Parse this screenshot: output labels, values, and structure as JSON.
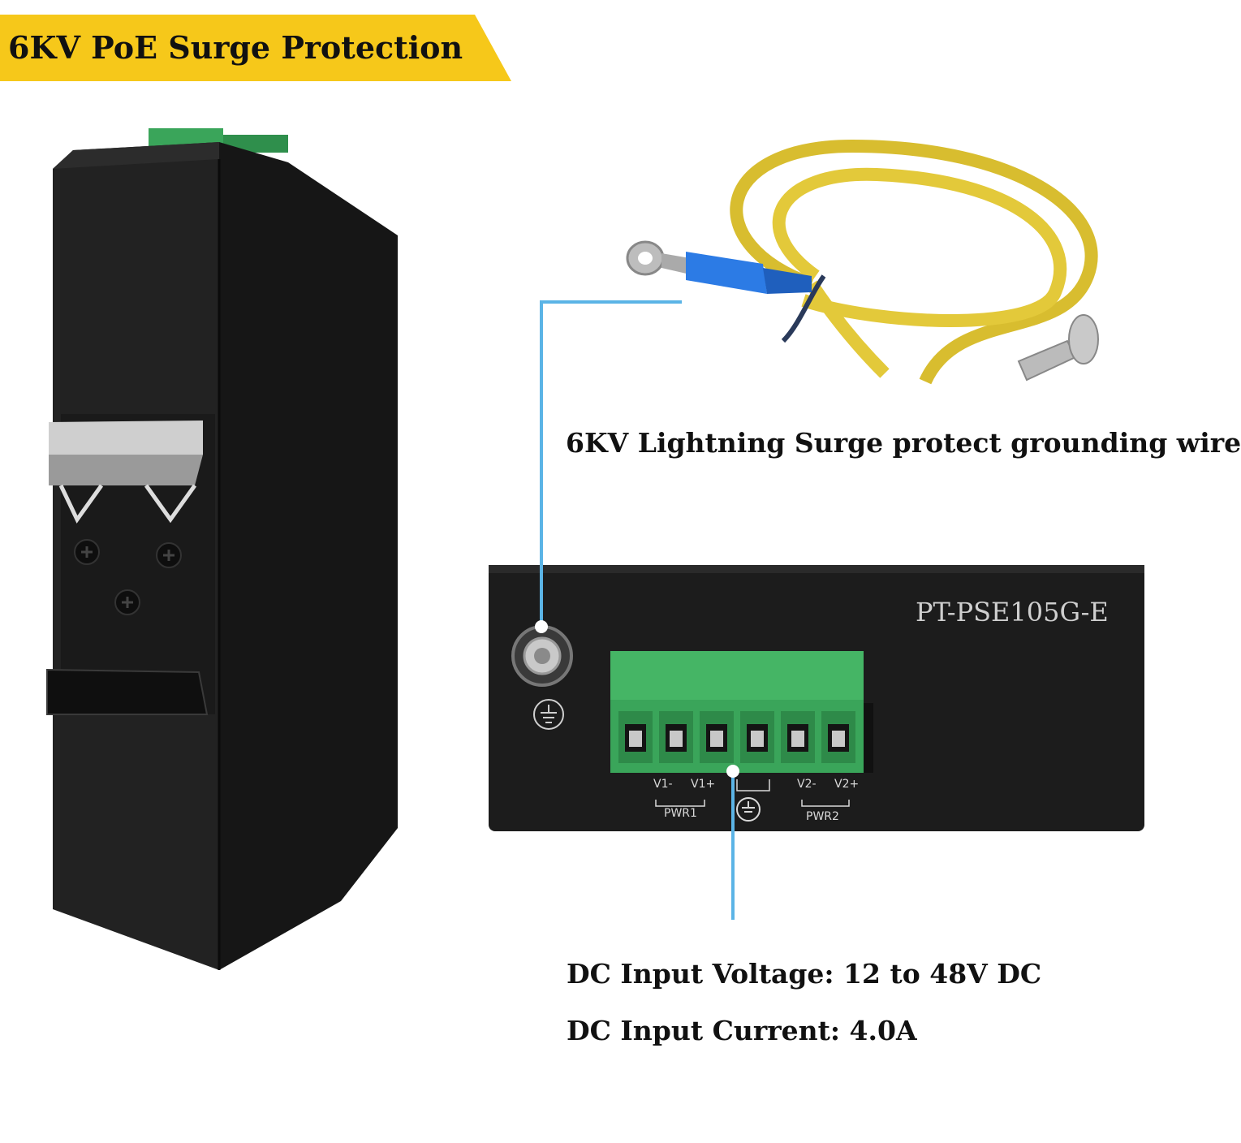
{
  "banner": {
    "title": "6KV PoE Surge Protection",
    "color": "#f6c81a"
  },
  "captions": {
    "grounding": "6KV Lightning Surge protect grounding wire",
    "voltage": "DC Input Voltage: 12 to 48V DC",
    "current": "DC Input Current:  4.0A"
  },
  "device": {
    "model": "PT-PSE105G-E",
    "pins": [
      "V1-",
      "V1+",
      "V2-",
      "V2+"
    ],
    "groups": [
      "PWR1",
      "PWR2"
    ]
  },
  "colors": {
    "callout_line": "#5bb4e6",
    "terminal_green": "#3aa55a",
    "device_body": "#1c1c1c",
    "cable_yellow": "#e3c93a"
  }
}
